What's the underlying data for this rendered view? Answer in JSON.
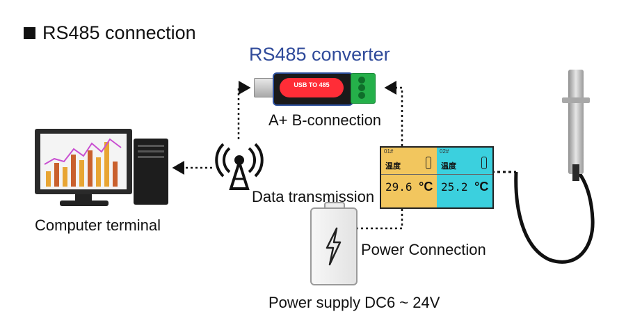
{
  "section_title": "RS485 connection",
  "converter": {
    "title": "RS485 converter",
    "label": "USB TO 485",
    "connection_label": "A+ B-connection"
  },
  "labels": {
    "computer": "Computer terminal",
    "data_transmission": "Data transmission",
    "power_connection": "Power Connection",
    "power_supply": "Power supply DC6 ~ 24V"
  },
  "display": {
    "left": {
      "channel": "01#",
      "label": "温度",
      "value": "29.6",
      "unit": "°C"
    },
    "right": {
      "channel": "02#",
      "label": "温度",
      "value": "25.2",
      "unit": "°C"
    }
  },
  "colors": {
    "title_blue": "#2f4a9a",
    "display_left": "#f2c65e",
    "display_right": "#3bd0de",
    "converter_red": "#ff2d37",
    "terminal_green": "#25b04a"
  }
}
